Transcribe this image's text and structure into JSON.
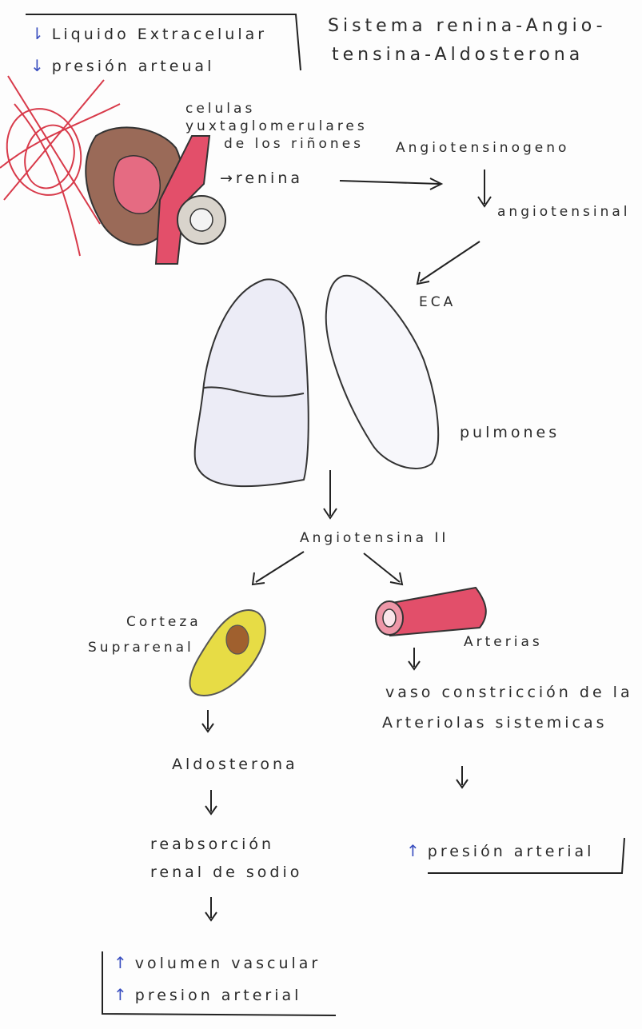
{
  "title": [
    "Sistema renina-Angio-",
    "tensina-Aldosterona"
  ],
  "box_top": {
    "lines": [
      {
        "arrow": "⇂",
        "text": "Liquido Extracelular"
      },
      {
        "arrow": "↓",
        "text": "presión arteual"
      }
    ]
  },
  "kidney_label": [
    "celulas",
    "yuxtaglomerulares",
    "de los riñones"
  ],
  "flow": {
    "renina": "→renina",
    "angiotensinogeno": "Angiotensinogeno",
    "angiotensina_1": "angiotensinal",
    "eca": "ECA",
    "pulmones": "pulmones",
    "angiotensina_2": "Angiotensina II"
  },
  "left_branch": {
    "label": [
      "Corteza",
      "Suprarenal"
    ],
    "hormone": "Aldosterona",
    "effect": [
      "reabsorción",
      "renal de sodio"
    ],
    "result_box": [
      {
        "arrow": "↑",
        "text": "volumen vascular"
      },
      {
        "arrow": "↑",
        "text": "presion arterial"
      }
    ]
  },
  "right_branch": {
    "label": "Arterias",
    "effect": [
      "vaso constricción de la",
      "Arteriolas sistemicas"
    ],
    "result": {
      "arrow": "↑",
      "text": "presión arterial"
    }
  },
  "colors": {
    "ink": "#2a2a2a",
    "blue_ink": "#3a4fc0",
    "red_pencil": "#d83a4a",
    "pink": "#e56b82",
    "brown": "#8a5a4a",
    "yellow": "#e5da3a",
    "lung_shade": "#cfcfe8"
  }
}
